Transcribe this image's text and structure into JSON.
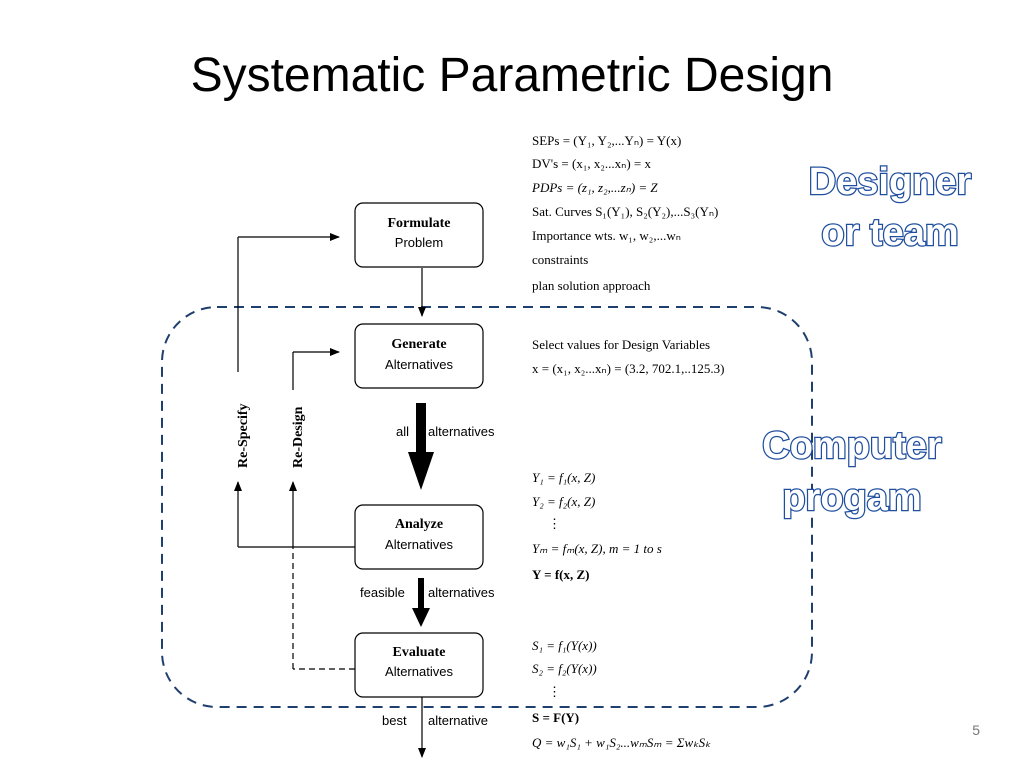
{
  "title": "Systematic Parametric Design",
  "page_number": "5",
  "steps": [
    {
      "title": "Formulate",
      "subtitle": "Problem"
    },
    {
      "title": "Generate",
      "subtitle": "Alternatives"
    },
    {
      "title": "Analyze",
      "subtitle": "Alternatives"
    },
    {
      "title": "Evaluate",
      "subtitle": "Alternatives"
    }
  ],
  "flow_labels": {
    "all": "all",
    "alternatives_1": "alternatives",
    "feasible": "feasible",
    "alternatives_2": "alternatives",
    "best": "best",
    "alternative_3": "alternative"
  },
  "feedback": {
    "respecify": "Re-Specify",
    "redesign": "Re-Design"
  },
  "callouts": {
    "designer": [
      "Designer",
      "or team"
    ],
    "computer": [
      "Computer",
      "progam"
    ]
  },
  "formulate_notes": [
    "SEPs = (Y₁, Y₂,...Yₙ) = Y(x)",
    "DV's = (x₁, x₂...xₙ) = x",
    "PDPs = (z₁, z₂,...zₙ) = Z",
    "Sat. Curves   S₁(Y₁), S₂(Y₂),...S₃(Yₙ)",
    "Importance wts. w₁, w₂,...wₙ",
    "constraints",
    "plan solution approach"
  ],
  "generate_notes": [
    "Select values for Design Variables",
    "x = (x₁, x₂...xₙ) = (3.2, 702.1,..125.3)"
  ],
  "analyze_notes": [
    "Y₁ = f₁(x, Z)",
    "Y₂ = f₂(x, Z)",
    "⋮",
    "Yₘ = fₘ(x, Z),  m = 1 to s",
    "Y = f(x, Z)"
  ],
  "evaluate_notes": [
    "S₁ = f₁(Y(x))",
    "S₂ = f₂(Y(x))",
    "⋮",
    "S = F(Y)",
    "Q = w₁S₁ + w₁S₂...wₘSₘ = ΣwₖSₖ"
  ],
  "colors": {
    "dash_border": "#1f3f6e",
    "callout_stroke": "#1f4e9e"
  }
}
